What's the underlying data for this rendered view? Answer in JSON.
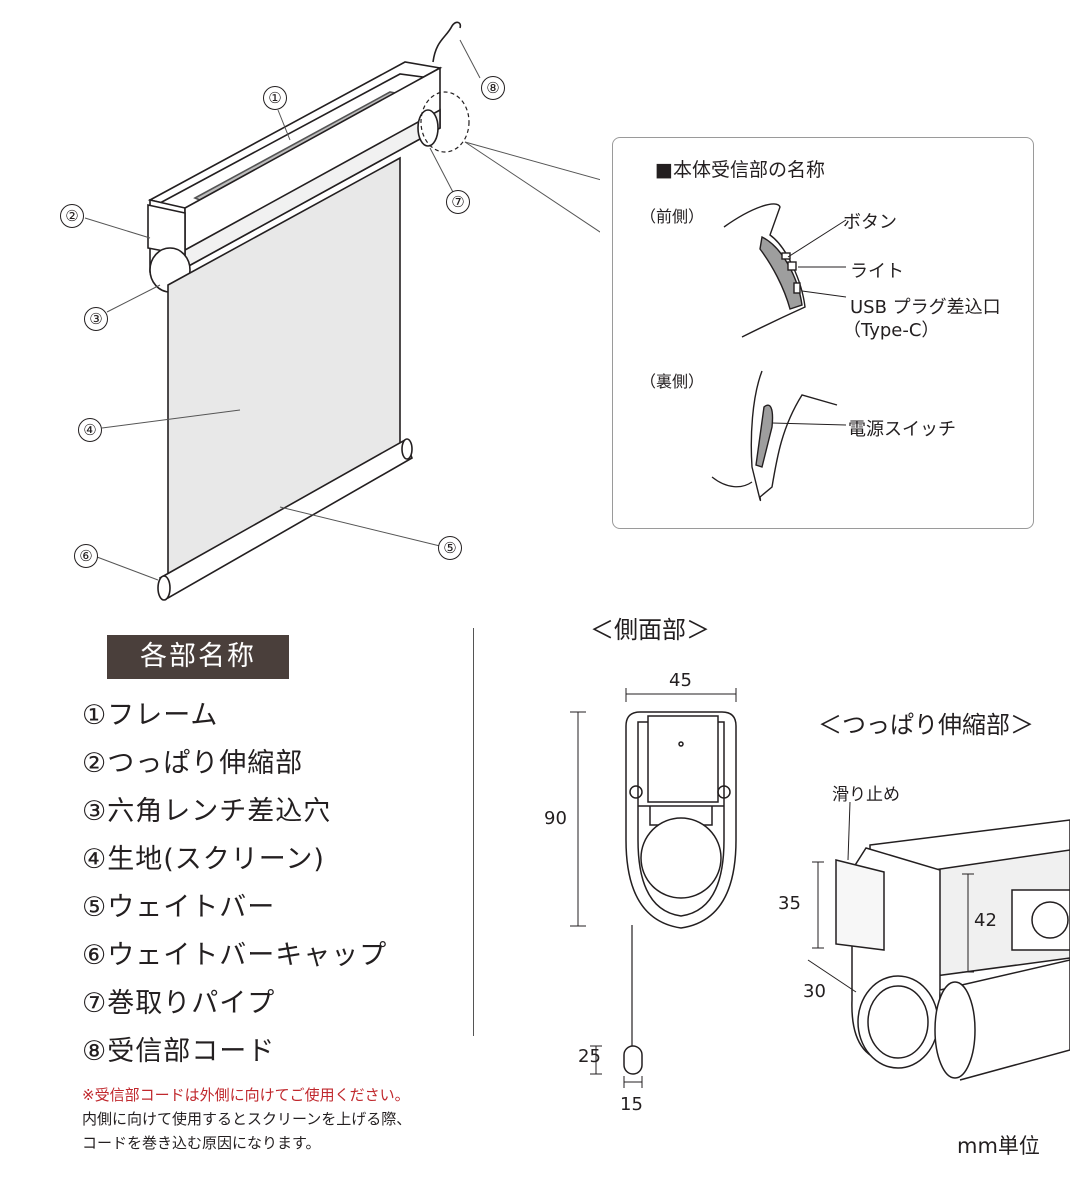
{
  "callouts": [
    "①",
    "②",
    "③",
    "④",
    "⑤",
    "⑥",
    "⑦",
    "⑧"
  ],
  "detail": {
    "title": "■本体受信部の名称",
    "front_label": "（前側）",
    "back_label": "（裏側）",
    "button": "ボタン",
    "light": "ライト",
    "usb_line1": "USB プラグ差込口",
    "usb_line2": "（Type-C）",
    "power_switch": "電源スイッチ"
  },
  "parts": {
    "heading": "各部名称",
    "items": [
      "①フレーム",
      "②つっぱり伸縮部",
      "③六角レンチ差込穴",
      "④生地(スクリーン)",
      "⑤ウェイトバー",
      "⑥ウェイトバーキャップ",
      "⑦巻取りパイプ",
      "⑧受信部コード"
    ],
    "note_warning": "※受信部コードは外側に向けてご使用ください。",
    "note_line2": "内側に向けて使用するとスクリーンを上げる際、",
    "note_line3": "コードを巻き込む原因になります。"
  },
  "side_view": {
    "title": "＜側面部＞",
    "width": "45",
    "height": "90",
    "knob_height": "25",
    "knob_width": "15"
  },
  "tension_view": {
    "title": "＜つっぱり伸縮部＞",
    "nonslip": "滑り止め",
    "dim_35": "35",
    "dim_42": "42",
    "dim_30": "30"
  },
  "unit": "mm単位"
}
